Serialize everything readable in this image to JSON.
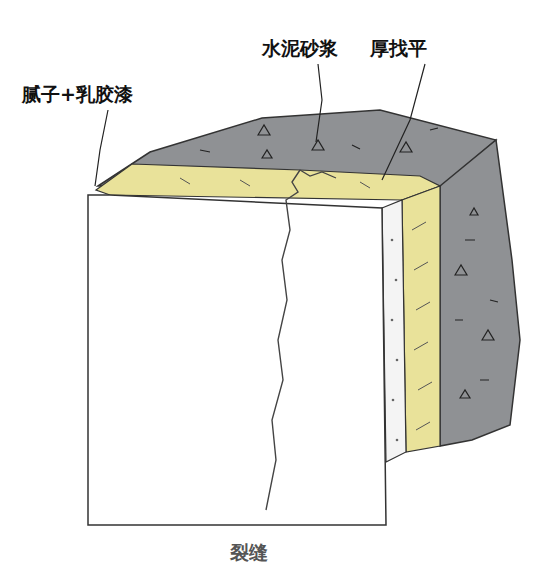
{
  "diagram": {
    "labels": [
      "腻子+乳胶漆",
      "水泥砂浆",
      "厚找平",
      "裂缝"
    ]
  }
}
